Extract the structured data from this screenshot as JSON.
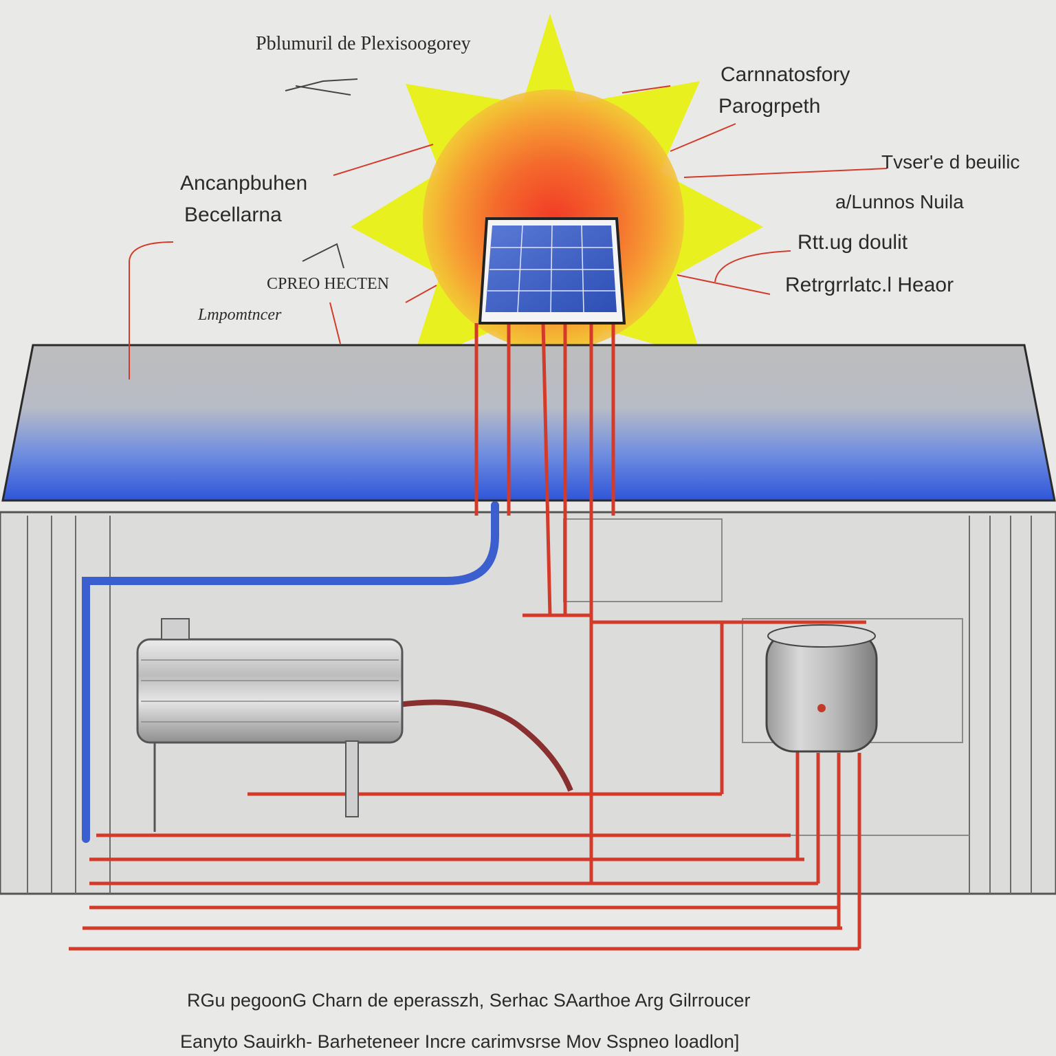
{
  "labels": {
    "top_title": "Pblumuril de Plexisoogorey",
    "top_right_1": "Carnnatosfory",
    "top_right_2": "Parogrpeth",
    "mid_right_1": "Tvser'e d beuilic",
    "mid_right_2": "a/Lunnos Nuila",
    "mid_right_3": "Rtt.ug doulit",
    "mid_right_4": "Retrgrrlatc.l Heaor",
    "left_1": "Ancanpbuhen",
    "left_2": "Becellarna",
    "left_3": "CPREO HECTEN",
    "left_4": "Lmpomtncer",
    "caption_1": "RGu pegoonG Charn de eperasszh, Serhac SAarthoe Arg Gilrroucer",
    "caption_2": "Eanyto Sauirkh- Barheteneer Incre carimvsrse Mov Sspneo loadlon]"
  },
  "colors": {
    "background": "#e9e9e7",
    "sun_rays": "#e8f020",
    "sun_core": "#f0502a",
    "wire_red": "#d43a2a",
    "pipe_blue": "#3b5fcf",
    "roof_blue": "#2f55d8",
    "panel_blue": "#3456c4",
    "tank_gray": "#b7b9bb"
  },
  "icons": {
    "sun": "sun-icon",
    "solar_panel": "solar-panel-icon",
    "storage_tank": "storage-tank-icon",
    "water_heater": "water-heater-icon"
  }
}
